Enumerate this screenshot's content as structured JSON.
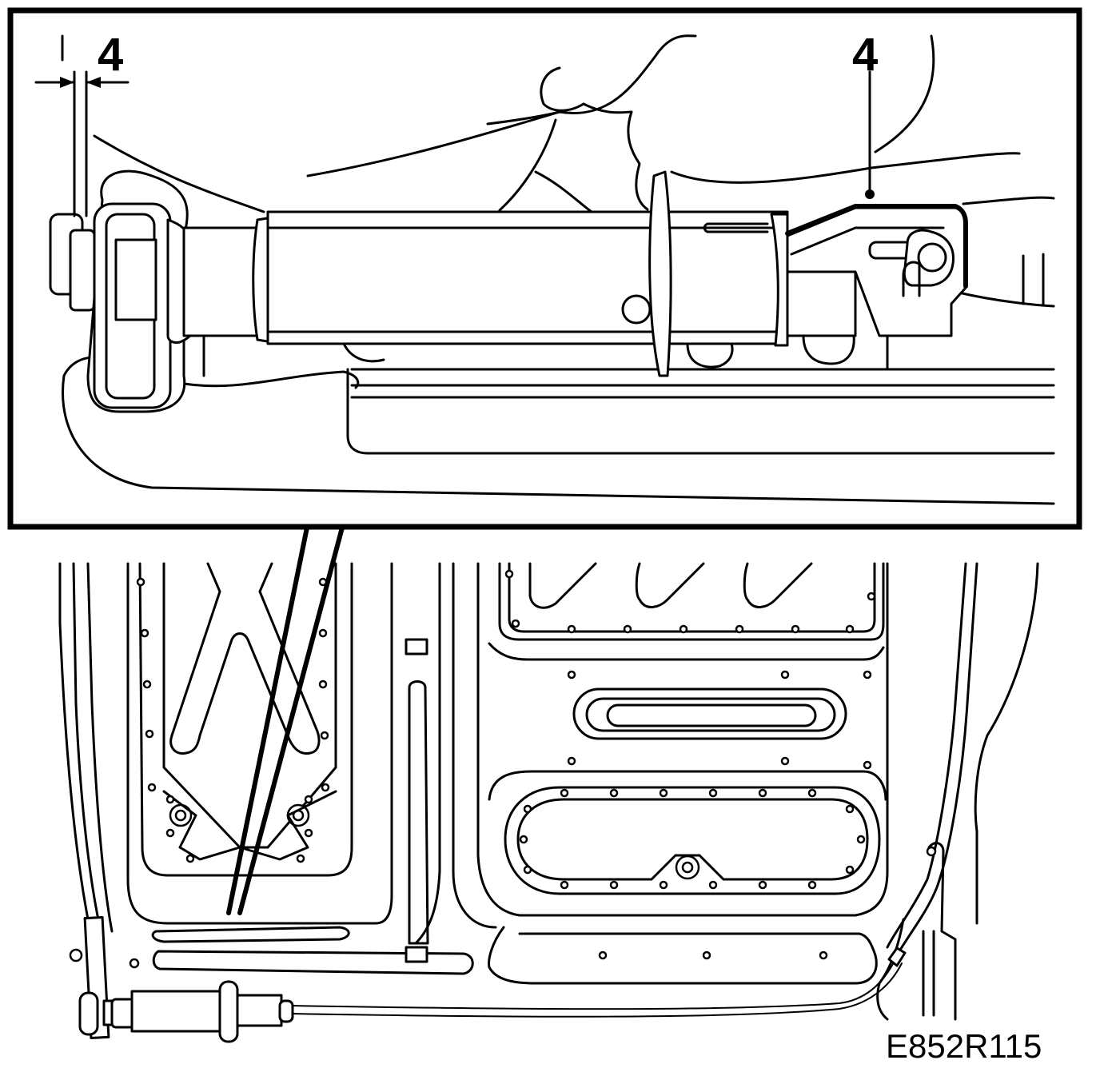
{
  "callouts": {
    "gap_label": "4",
    "item_label": "4"
  },
  "figure_id": "E852R115",
  "colors": {
    "line": "#000000",
    "background": "#ffffff"
  }
}
